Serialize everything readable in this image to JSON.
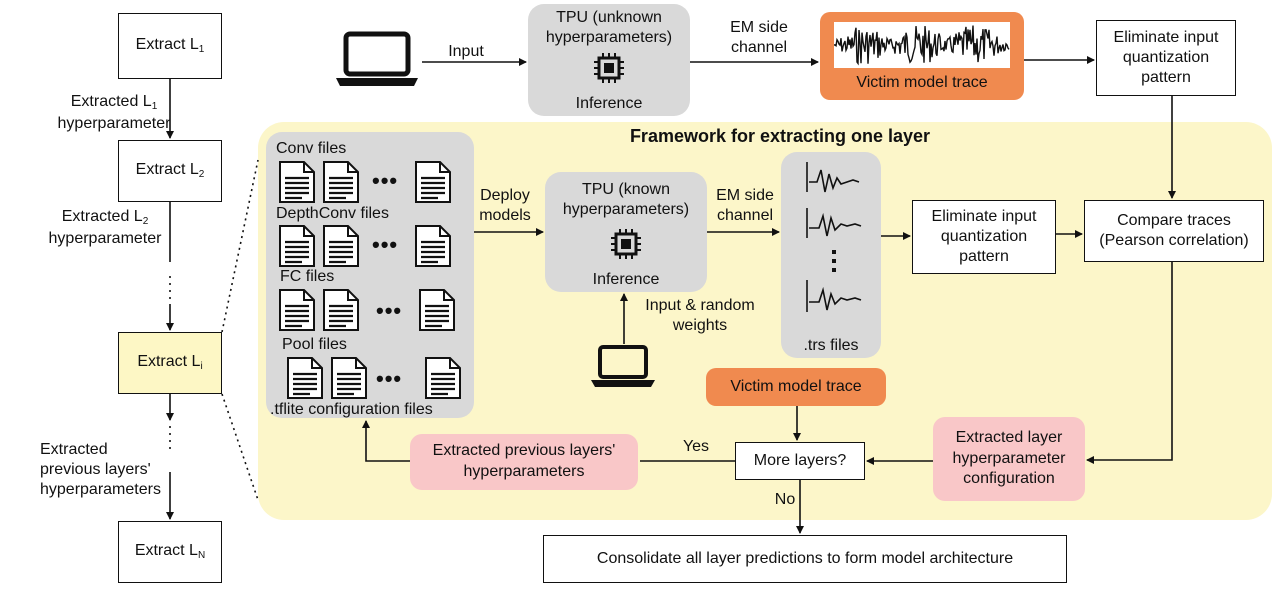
{
  "left_chain": {
    "extract_l1": "Extract L",
    "extract_l1_sub": "1",
    "extracted_l1_line1": "Extracted L",
    "extracted_l1_sub": "1",
    "extracted_l1_line2": "hyperparameter",
    "extract_l2": "Extract L",
    "extract_l2_sub": "2",
    "extracted_l2_line1": "Extracted L",
    "extracted_l2_sub": "2",
    "extracted_l2_line2": "hyperparameter",
    "extract_li": "Extract L",
    "extract_li_sub": "i",
    "extracted_prev_1": "Extracted",
    "extracted_prev_2": "previous layers'",
    "extracted_prev_3": "hyperparameters",
    "extract_ln": "Extract L",
    "extract_ln_sub": "N"
  },
  "top_row": {
    "input_label": "Input",
    "tpu_unknown_1": "TPU (unknown",
    "tpu_unknown_2": "hyperparameters)",
    "tpu_unknown_inference": "Inference",
    "em_1": "EM side",
    "em_2": "channel",
    "victim_trace": "Victim model trace",
    "eliminate_1": "Eliminate input",
    "eliminate_2": "quantization",
    "eliminate_3": "pattern"
  },
  "framework": {
    "title": "Framework for extracting one layer",
    "conv_files": "Conv files",
    "depthconv_files": "DepthConv files",
    "fc_files": "FC files",
    "pool_files": "Pool files",
    "tflite_files": ".tflite configuration files",
    "deploy_1": "Deploy",
    "deploy_2": "models",
    "tpu_known_1": "TPU (known",
    "tpu_known_2": "hyperparameters)",
    "tpu_known_inference": "Inference",
    "em_1": "EM side",
    "em_2": "channel",
    "input_random_1": "Input & random",
    "input_random_2": "weights",
    "trs_files": ".trs files",
    "eliminate_1": "Eliminate input",
    "eliminate_2": "quantization",
    "eliminate_3": "pattern",
    "compare_1": "Compare traces",
    "compare_2": "(Pearson correlation)",
    "victim_trace": "Victim model trace",
    "more_layers": "More layers?",
    "yes": "Yes",
    "no": "No",
    "extracted_prev_1": "Extracted previous layers'",
    "extracted_prev_2": "hyperparameters",
    "extracted_layer_1": "Extracted layer",
    "extracted_layer_2": "hyperparameter",
    "extracted_layer_3": "configuration"
  },
  "bottom": {
    "consolidate": "Consolidate all layer predictions to form model architecture"
  },
  "colors": {
    "yellow_panel": "#fcf6c9",
    "gray_panel": "#d9d9d9",
    "orange": "#f08a4f",
    "pink": "#f9c7c8",
    "li_box": "#fdf7c5"
  },
  "icons": [
    "laptop-icon",
    "chip-icon",
    "file-icon",
    "waveform-icon"
  ]
}
